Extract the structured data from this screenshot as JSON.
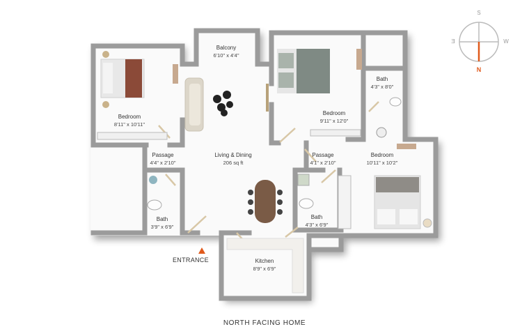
{
  "rooms": [
    {
      "id": "bedroom-1",
      "name": "Bedroom",
      "size": "8'11\" x 10'11\""
    },
    {
      "id": "balcony",
      "name": "Balcony",
      "size": "6'10\" x 4'4\""
    },
    {
      "id": "bedroom-2",
      "name": "Bedroom",
      "size": "9'11\" x 12'0\""
    },
    {
      "id": "bath-2",
      "name": "Bath",
      "size": "4'3\" x 8'0\""
    },
    {
      "id": "passage-1",
      "name": "Passage",
      "size": "4'4\" x 2'10\""
    },
    {
      "id": "living",
      "name": "Living & Dining",
      "size": "206 sq ft"
    },
    {
      "id": "passage-2",
      "name": "Passage",
      "size": "4'1\" x 2'10\""
    },
    {
      "id": "bedroom-3",
      "name": "Bedroom",
      "size": "10'11\" x 10'2\""
    },
    {
      "id": "bath-1",
      "name": "Bath",
      "size": "3'9\" x 6'9\""
    },
    {
      "id": "bath-3",
      "name": "Bath",
      "size": "4'3\" x 6'9\""
    },
    {
      "id": "kitchen",
      "name": "Kitchen",
      "size": "8'9\" x 6'9\""
    }
  ],
  "entrance_label": "ENTRANCE",
  "footer_title": "NORTH FACING HOME",
  "compass": {
    "s": "S",
    "w": "W",
    "e": "E",
    "n": "N"
  },
  "colors": {
    "wall": "#9b9b9b",
    "accent": "#e05a1c",
    "floor": "#ffffff",
    "door": "#d8c7a6"
  }
}
